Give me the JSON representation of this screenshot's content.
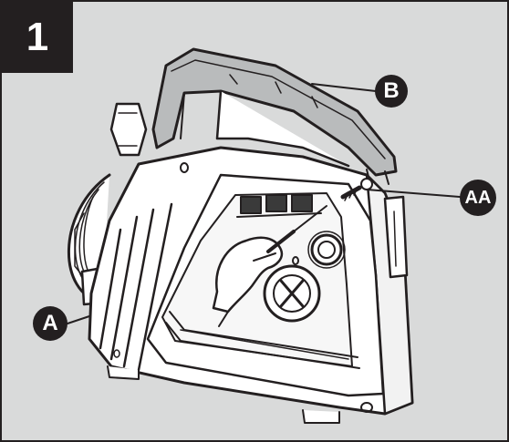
{
  "step": {
    "number": "1"
  },
  "callouts": {
    "a": "A",
    "b": "B",
    "aa": "AA"
  },
  "colors": {
    "background": "#d9dada",
    "ink": "#231f20",
    "body": "#ffffff",
    "handle": "#b9bbbc",
    "dark_slot": "#3a3a3a"
  },
  "icons": {
    "hand": "hand-screwdriver-icon",
    "screw": "screw-icon"
  }
}
